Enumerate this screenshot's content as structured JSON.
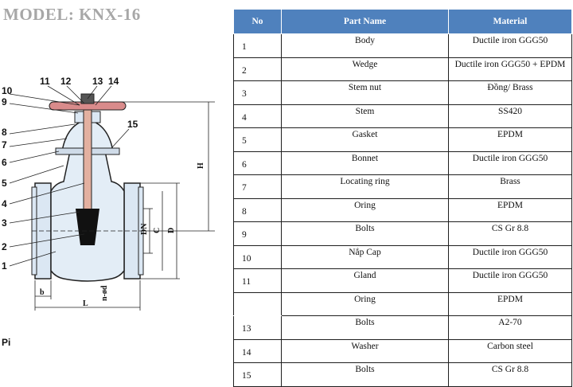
{
  "title": "MODEL: KNX-16",
  "drawing": {
    "callouts": [
      "10",
      "9",
      "8",
      "7",
      "6",
      "5",
      "4",
      "3",
      "2",
      "1",
      "11",
      "12",
      "13",
      "14",
      "15"
    ],
    "dimensions": {
      "H": "H",
      "DN": "DN",
      "C": "C",
      "D": "D",
      "L": "L",
      "b": "b",
      "ned": "n-ød"
    },
    "footer_text": "Pi"
  },
  "table": {
    "headers": {
      "no": "No",
      "part": "Part Name",
      "material": "Material"
    },
    "rows": [
      {
        "no": "1",
        "part": "Body",
        "material": "Ductile iron GGG50"
      },
      {
        "no": "2",
        "part": "Wedge",
        "material": "Ductile iron GGG50 + EPDM"
      },
      {
        "no": "3",
        "part": "Stem nut",
        "material": "Đồng/ Brass"
      },
      {
        "no": "4",
        "part": "Stem",
        "material": "SS420"
      },
      {
        "no": "5",
        "part": "Gasket",
        "material": "EPDM"
      },
      {
        "no": "6",
        "part": "Bonnet",
        "material": "Ductile iron GGG50"
      },
      {
        "no": "7",
        "part": "Locating ring",
        "material": "Brass"
      },
      {
        "no": "8",
        "part": "Oring",
        "material": "EPDM"
      },
      {
        "no": "9",
        "part": "Bolts",
        "material": "CS Gr 8.8"
      },
      {
        "no": "10",
        "part": "Nắp Cap",
        "material": "Ductile iron GGG50"
      },
      {
        "no": "11",
        "part": "Gland",
        "material": "Ductile iron GGG50"
      },
      {
        "no": "",
        "part": "Oring",
        "material": "EPDM"
      },
      {
        "no": "13",
        "part": "Bolts",
        "material": "A2-70"
      },
      {
        "no": "14",
        "part": "Washer",
        "material": "Carbon steel"
      },
      {
        "no": "15",
        "part": "Bolts",
        "material": "CS Gr 8.8"
      }
    ]
  },
  "colors": {
    "header_bg": "#4f81bd",
    "header_text": "#ffffff",
    "title": "#a7a7a7",
    "handwheel": "#d98b8b",
    "stem": "#e3b0a0",
    "wedge": "#111111"
  }
}
